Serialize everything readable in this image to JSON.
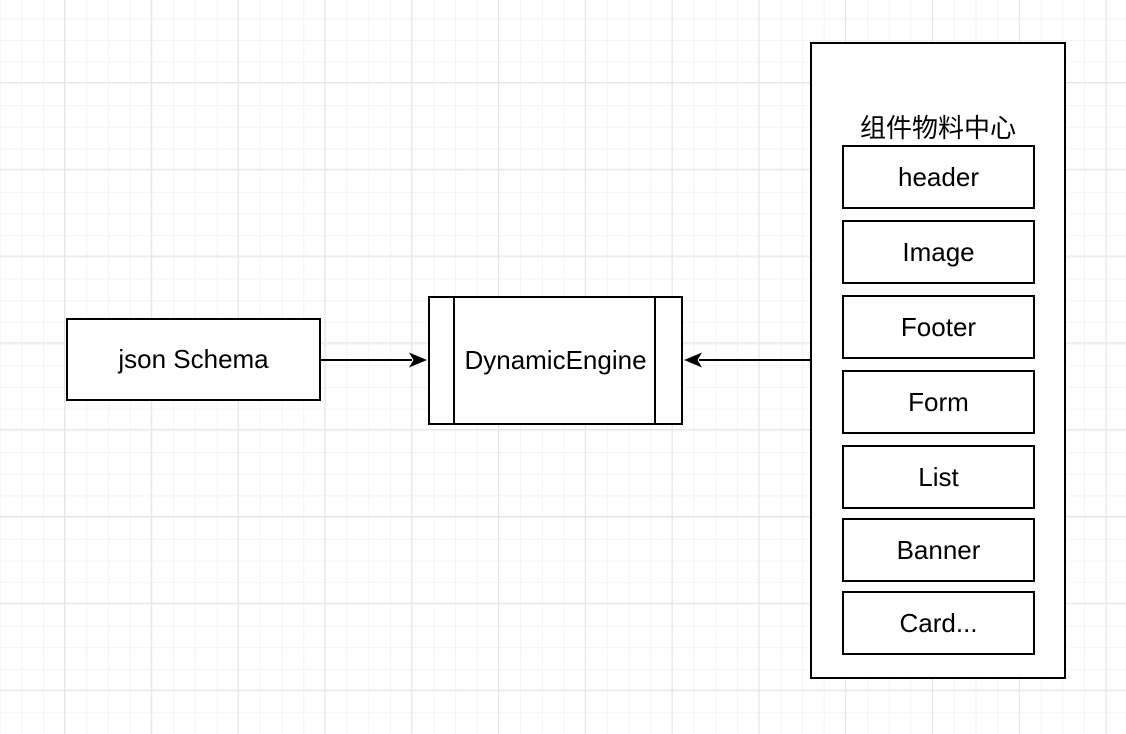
{
  "diagram": {
    "nodes": {
      "json_schema": {
        "label": "json Schema"
      },
      "dynamic_engine": {
        "label": "DynamicEngine"
      },
      "material_center": {
        "title": "组件物料中心",
        "components": [
          "header",
          "Image",
          "Footer",
          "Form",
          "List",
          "Banner",
          "Card..."
        ]
      }
    },
    "edges": [
      {
        "from": "json_schema",
        "to": "dynamic_engine",
        "direction": "right"
      },
      {
        "from": "material_center",
        "to": "dynamic_engine",
        "direction": "left"
      }
    ],
    "colors": {
      "stroke": "#000000",
      "node_fill": "#ffffff",
      "background": "#ffffff",
      "grid_minor": "#f4f4f4",
      "grid_major": "#e4e4e4"
    }
  }
}
